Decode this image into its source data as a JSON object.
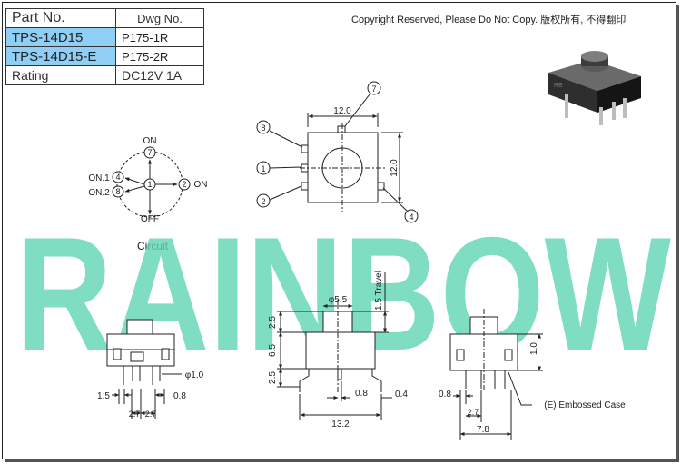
{
  "parts_table": {
    "header": {
      "part_no": "Part No.",
      "dwg_no": "Dwg No."
    },
    "rows": [
      {
        "part_no": "TPS-14D15",
        "dwg_no": "P175-1R"
      },
      {
        "part_no": "TPS-14D15-E",
        "dwg_no": "P175-2R"
      }
    ],
    "rating": {
      "label": "Rating",
      "value": "DC12V 1A"
    }
  },
  "copyright": "Copyright Reserved, Please Do Not Copy. 版权所有, 不得翻印",
  "watermark": "RAINBOW",
  "circuit": {
    "label": "Circuit",
    "on": "ON",
    "off": "OFF",
    "on1": "ON.1",
    "on2": "ON.2",
    "on_right": "ON",
    "pins": {
      "top": "7",
      "left_upper": "4",
      "left_lower": "8",
      "center": "1",
      "right": "2"
    }
  },
  "top_view": {
    "width_dim": "12.0",
    "height_dim": "12.0",
    "callouts": {
      "c7": "7",
      "c8": "8",
      "c1": "1",
      "c2": "2",
      "c4": "4"
    }
  },
  "front_view": {
    "dia_dim": "φ5.5",
    "travel_dim": "1.5 Travel",
    "h1": "2.5",
    "h2": "6.5",
    "h3": "2.5",
    "pitch_dim": "0.8",
    "pin_dim": "0.4",
    "width_dim": "13.2"
  },
  "left_view": {
    "pin_dia": "φ1.0",
    "left_dim": "1.5",
    "right_dim": "0.8",
    "pitch_a": "2.7",
    "pitch_b": "2.7"
  },
  "side_view": {
    "dim_08": "0.8",
    "dim_27": "2.7",
    "dim_78": "7.8",
    "dim_10": "1.0",
    "embossed": "(E) Embossed Case"
  },
  "colors": {
    "watermark": "#5fd4b2",
    "highlight": "#8fcff5",
    "line": "#222222"
  }
}
